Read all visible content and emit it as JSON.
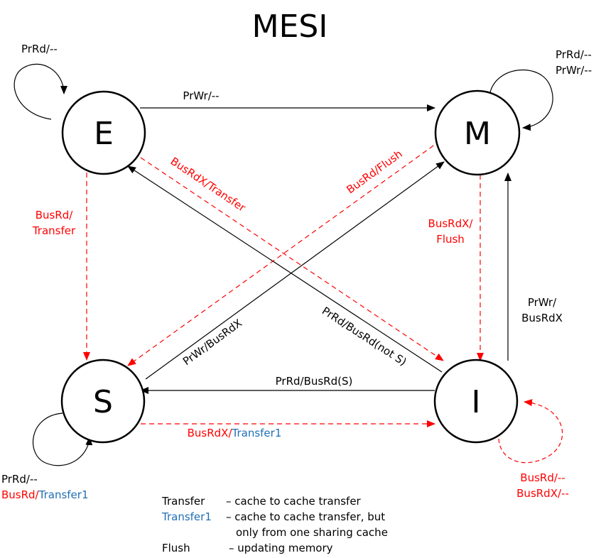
{
  "title": "MESI",
  "states": {
    "E": "E",
    "M": "M",
    "S": "S",
    "I": "I"
  },
  "transitions": {
    "e_self": "PrRd/--",
    "m_self_1": "PrRd/--",
    "m_self_2": "PrWr/--",
    "e_to_m": "PrWr/--",
    "e_to_i": "BusRdX/Transfer",
    "m_to_s": "BusRd/Flush",
    "e_to_s_1": "BusRd/",
    "e_to_s_2": "Transfer",
    "m_to_i_1": "BusRdX/",
    "m_to_i_2": "Flush",
    "i_to_m_1": "PrWr/",
    "i_to_m_2": "BusRdX",
    "s_to_m": "PrWr/BusRdX",
    "i_to_e": "PrRd/BusRd(not S)",
    "i_to_s": "PrRd/BusRd(S)",
    "s_to_i_a": "BusRdX/",
    "s_to_i_b": "Transfer1",
    "s_self_1": "PrRd/--",
    "s_self_2a": "BusRd/",
    "s_self_2b": "Transfer1",
    "i_self_1": "BusRd/--",
    "i_self_2": "BusRdX/--"
  },
  "legend": {
    "transfer_term": "Transfer",
    "transfer_desc": "– cache to cache transfer",
    "transfer1_term": "Transfer1",
    "transfer1_desc": "– cache to cache transfer, but",
    "transfer1_desc2": "only from one sharing cache",
    "flush_term": "Flush",
    "flush_desc": "– updating memory"
  },
  "colors": {
    "processor": "#000000",
    "bus": "#ff0000",
    "transfer1": "#1f6fb5"
  }
}
